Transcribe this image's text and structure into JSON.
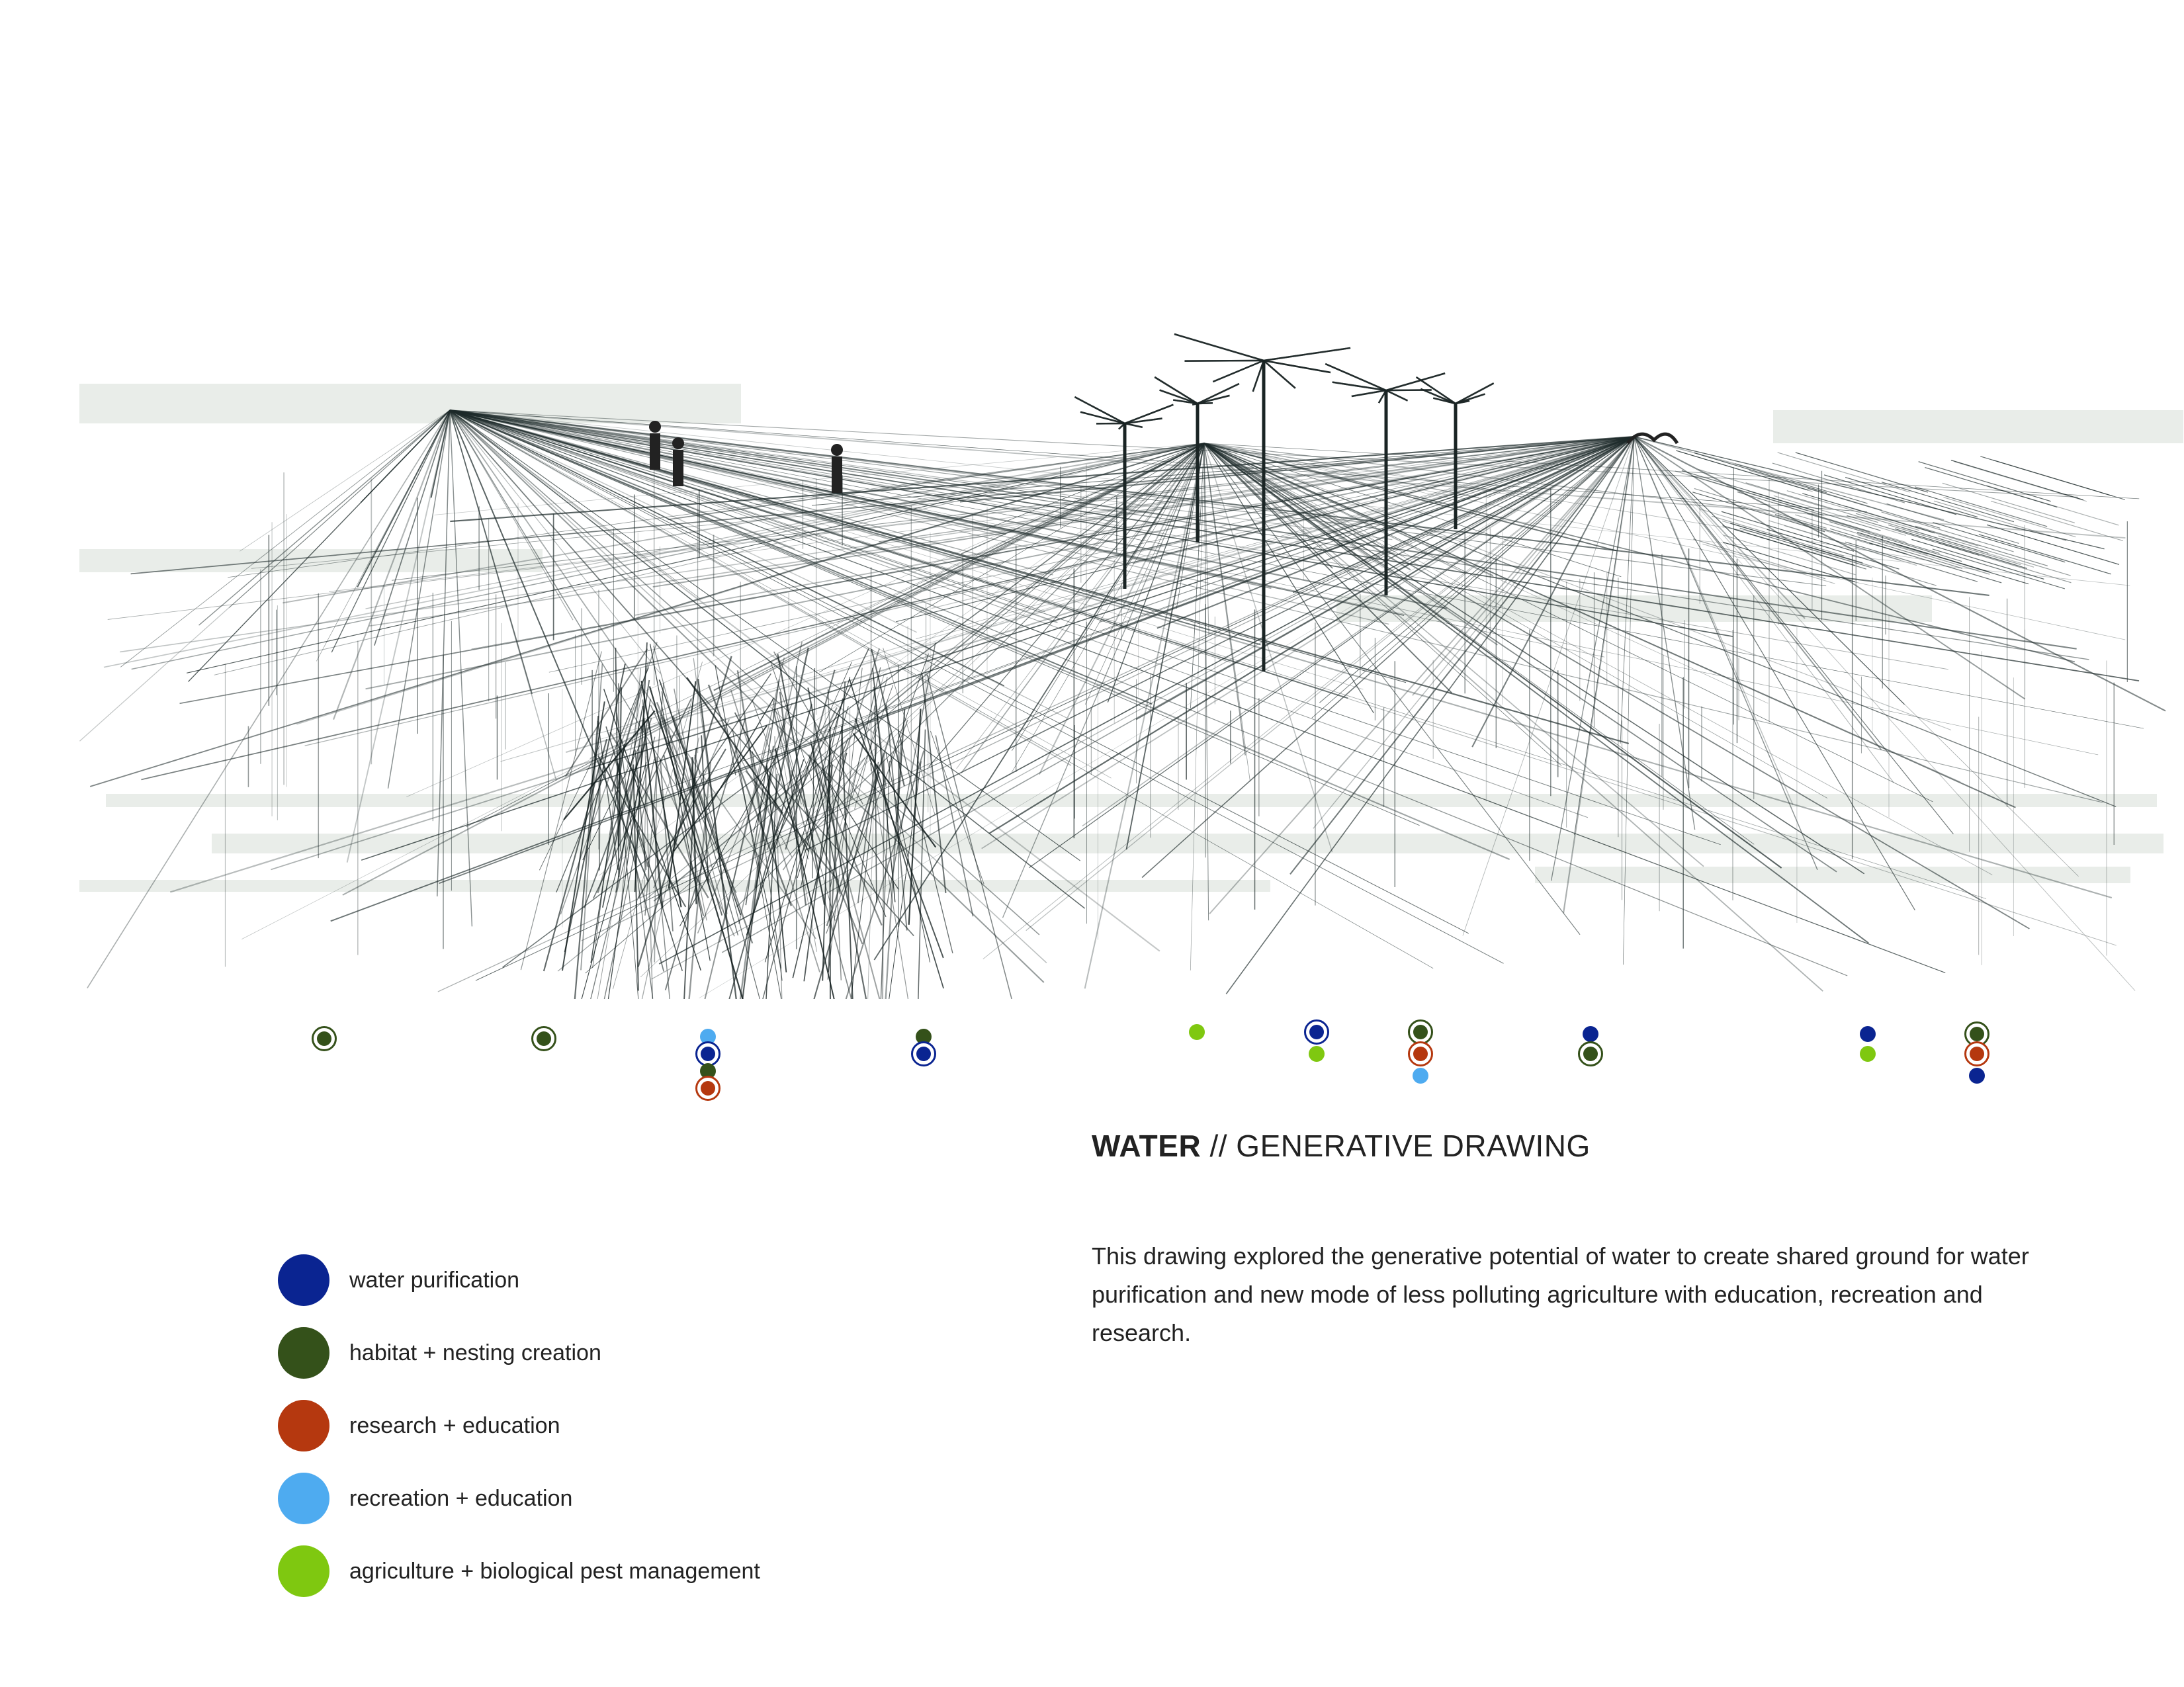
{
  "title": {
    "bold": "WATER",
    "rest": " // GENERATIVE DRAWING"
  },
  "description": "This drawing explored the generative potential of water to create shared ground for water purification and new mode of less polluting agriculture with education, recreation and research.",
  "colors": {
    "water": "#0a2491",
    "habitat": "#34511a",
    "research": "#b5380f",
    "recreation": "#4eabf0",
    "agriculture": "#7fc810"
  },
  "legend": [
    {
      "label": "water purification",
      "color": "#0a2491"
    },
    {
      "label": "habitat + nesting creation",
      "color": "#34511a"
    },
    {
      "label": "research + education",
      "color": "#b5380f"
    },
    {
      "label": "recreation + education",
      "color": "#4eabf0"
    },
    {
      "label": "agriculture + biological pest management",
      "color": "#7fc810"
    }
  ],
  "drawing": {
    "subject": "perspective-sketch-of-water-landscape"
  }
}
